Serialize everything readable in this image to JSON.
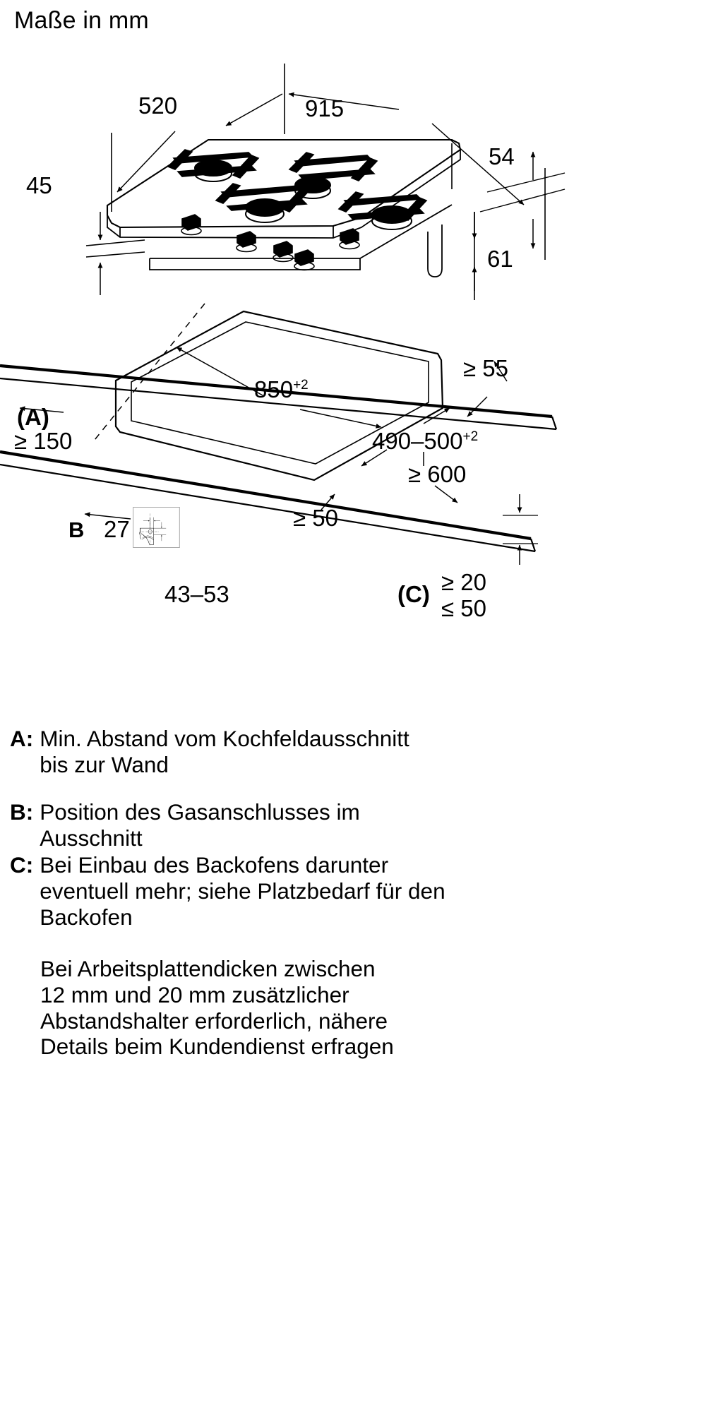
{
  "headline": "Maße in mm",
  "dimensions": {
    "appliance_depth": "520",
    "appliance_width": "915",
    "frame_height": "54",
    "glass_thickness": "45",
    "total_height": "61",
    "cutout_width": "850",
    "cutout_width_tol": "+2",
    "cutout_depth": "490–500",
    "cutout_depth_tol": "+2",
    "rear_min": "≥ 55",
    "worktop_depth_min": "≥ 600",
    "front_min": "≥ 50",
    "wall_min_label": "(A)",
    "wall_min": "≥ 150",
    "underside_label": "(C)",
    "underside_min": "≥ 20",
    "underside_max": "≤ 50"
  },
  "detail_b": {
    "label": "B",
    "gas_offset_x": "27",
    "gas_offset_y": "43–53"
  },
  "legend": [
    {
      "key": "A:",
      "lines": [
        "Min. Abstand vom Kochfeldausschnitt",
        "bis zur Wand"
      ]
    },
    {
      "key": "B:",
      "lines": [
        "Position des Gasanschlusses im",
        "Ausschnitt"
      ]
    },
    {
      "key": "C:",
      "lines": [
        "Bei Einbau des Backofens darunter",
        "eventuell mehr; siehe Platzbedarf für den",
        "Backofen"
      ]
    }
  ],
  "note": {
    "lines": [
      "Bei Arbeitsplattendicken zwischen",
      "12 mm und 20 mm zusätzlicher",
      "Abstandshalter erforderlich, nähere",
      "Details beim Kundendienst erfragen"
    ]
  },
  "colors": {
    "line": "#000000",
    "background": "#ffffff",
    "detail_box_border": "#8c8c8c"
  },
  "icons": {
    "cooktop": "gas-cooktop-isometric",
    "worktop": "worktop-cutout-isometric",
    "gas_connection": "gas-connection-detail"
  }
}
